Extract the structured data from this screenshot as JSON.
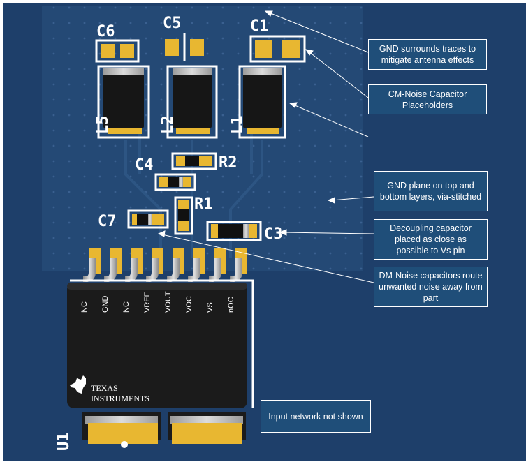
{
  "designators": {
    "c6": "C6",
    "c5": "C5",
    "c1": "C1",
    "l5": "L5",
    "l2": "L2",
    "l1": "L1",
    "c4": "C4",
    "r2": "R2",
    "r1": "R1",
    "c7": "C7",
    "c3": "C3",
    "u1": "U1"
  },
  "pins": [
    "NC",
    "GND",
    "NC",
    "VREF",
    "VOUT",
    "VOC",
    "VS",
    "nOC"
  ],
  "logo": {
    "line1": "TEXAS",
    "line2": "INSTRUMENTS"
  },
  "callouts": [
    "GND surrounds traces to mitigate antenna effects",
    "CM-Noise Capacitor Placeholders",
    "GND plane on top and bottom layers, via-stitched",
    "Decoupling capacitor placed as close as possible to Vs pin",
    "DM-Noise capacitors route unwanted noise away from part",
    "Input network not shown"
  ],
  "colors": {
    "board": "#1e3f6a",
    "plane": "#244975",
    "silkscreen": "#ffffff",
    "pad": "#e8b731",
    "package": "#1b1b1b",
    "callout_bg": "#1f4e79"
  }
}
